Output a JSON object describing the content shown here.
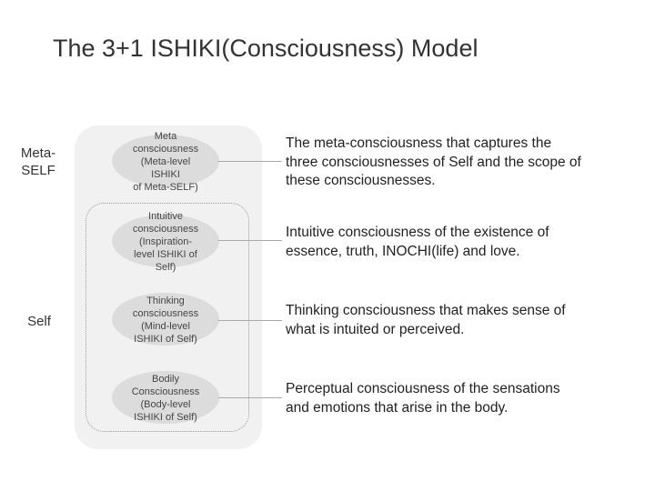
{
  "title": "The 3+1 ISHIKI(Consciousness) Model",
  "side_labels": {
    "meta_self": [
      "Meta-",
      "SELF"
    ],
    "self": "Self"
  },
  "levels": [
    {
      "ellipse_lines": [
        "Meta",
        "consciousness",
        "(Meta-level",
        "ISHIKI",
        "of Meta-SELF)"
      ],
      "description_lines": [
        "The meta-consciousness that captures the",
        "three consciousnesses of Self and the scope of",
        "these consciousnesses."
      ]
    },
    {
      "ellipse_lines": [
        "Intuitive",
        "consciousness",
        "(Inspiration-",
        "level ISHIKI of",
        "Self)"
      ],
      "description_lines": [
        "Intuitive consciousness of the existence of",
        "essence, truth, INOCHI(life) and love."
      ]
    },
    {
      "ellipse_lines": [
        "Thinking",
        "consciousness",
        "(Mind-level",
        "ISHIKI of Self)"
      ],
      "description_lines": [
        "Thinking consciousness that makes sense of",
        "what is intuited or perceived."
      ]
    },
    {
      "ellipse_lines": [
        "Bodily",
        "Consciousness",
        "(Body-level",
        "ISHIKI of Self)"
      ],
      "description_lines": [
        "Perceptual consciousness of the sensations",
        "and emotions that arise in the body."
      ]
    }
  ],
  "colors": {
    "outer_panel": "#f1f1f1",
    "ellipse": "#dcdcdc",
    "connector": "#aaaaaa",
    "text": "#333333"
  }
}
